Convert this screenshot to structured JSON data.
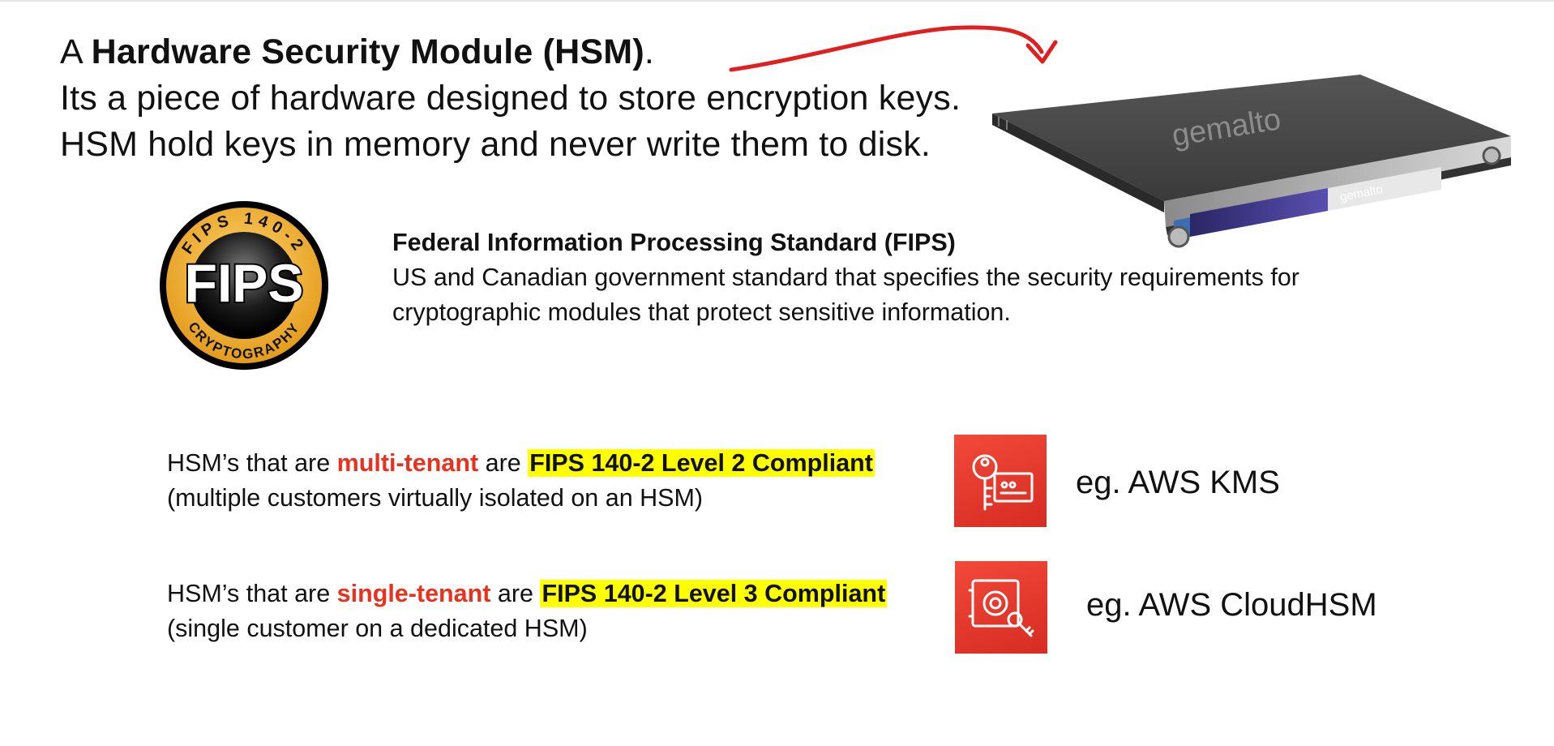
{
  "intro": {
    "line1_prefix": "A ",
    "line1_bold": "Hardware Security Module (HSM)",
    "line1_suffix": ".",
    "line2": "Its a piece of hardware designed to store encryption keys.",
    "line3": "HSM hold keys in memory and never write them to disk."
  },
  "device": {
    "brand_main": "gemalto",
    "brand_front": "gemalto"
  },
  "fips_badge": {
    "top_text": "FIPS 140-2",
    "center_text": "FIPS",
    "bottom_text": "CRYPTOGRAPHY"
  },
  "fips": {
    "heading": "Federal Information Processing Standard (FIPS)",
    "description_line1": "US and Canadian government standard that specifies the security requirements for",
    "description_line2": "cryptographic modules that protect sensitive information."
  },
  "tenants": [
    {
      "prefix": "HSM’s that are ",
      "tenancy": "multi-tenant",
      "middle": " are ",
      "compliance": "FIPS 140-2 Level 2 Compliant",
      "note": "(multiple customers virtually isolated on an HSM)",
      "example": "eg. AWS KMS",
      "icon": "aws-kms-icon"
    },
    {
      "prefix": "HSM’s that are ",
      "tenancy": "single-tenant",
      "middle": " are ",
      "compliance": "FIPS 140-2 Level 3 Compliant",
      "note": "(single customer on a dedicated HSM)",
      "example": "eg. AWS CloudHSM",
      "icon": "aws-cloudhsm-icon"
    }
  ],
  "colors": {
    "accent_red": "#e8321f",
    "highlight_yellow": "#ffff00",
    "aws_security_red": "#dd344c",
    "arrow_red": "#e02020"
  }
}
